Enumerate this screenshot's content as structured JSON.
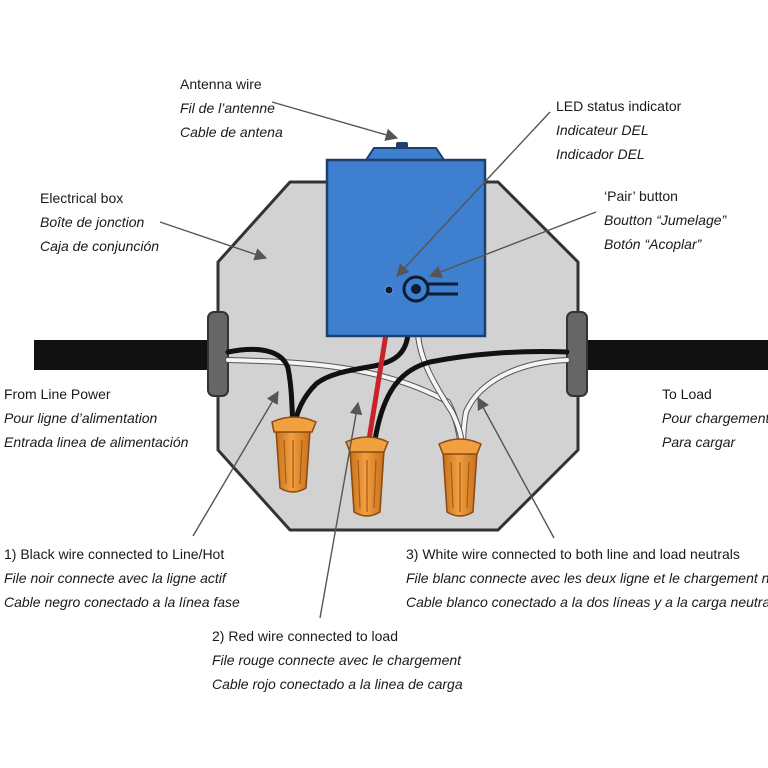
{
  "labels": {
    "antenna": {
      "en": "Antenna wire",
      "fr": "Fil de l’antenne",
      "es": "Cable de antena"
    },
    "led": {
      "en": "LED status indicator",
      "fr": "Indicateur DEL",
      "es": "Indicador DEL"
    },
    "box": {
      "en": "Electrical box",
      "fr": "Boîte de jonction",
      "es": "Caja de conjunción"
    },
    "pair": {
      "en": "‘Pair’ button",
      "fr": "Boutton “Jumelage”",
      "es": "Botón “Acoplar”"
    },
    "line_power": {
      "en": "From Line Power",
      "fr": "Pour ligne d’alimentation",
      "es": "Entrada linea de alimentación"
    },
    "load": {
      "en": "To Load",
      "fr": "Pour chargement",
      "es": "Para cargar"
    },
    "black_wire": {
      "en": "1) Black wire connected to Line/Hot",
      "fr": "File noir connecte avec la ligne actif",
      "es": "Cable negro conectado a la línea fase"
    },
    "red_wire": {
      "en": "2) Red wire connected to load",
      "fr": "File rouge connecte avec le chargement",
      "es": "Cable rojo conectado a la linea de carga"
    },
    "white_wire": {
      "en": "3) White wire connected to both line and load neutrals",
      "fr": "File blanc connecte avec les deux ligne et le chargement neutre",
      "es": "Cable blanco conectado a la dos líneas y a la carga neutra"
    }
  },
  "colors": {
    "module_blue": "#3f7fcf",
    "box_gray": "#d2d2d2",
    "cable_black": "#111111",
    "wire_red": "#c8232b",
    "wire_nut_orange": "#e8902c"
  }
}
